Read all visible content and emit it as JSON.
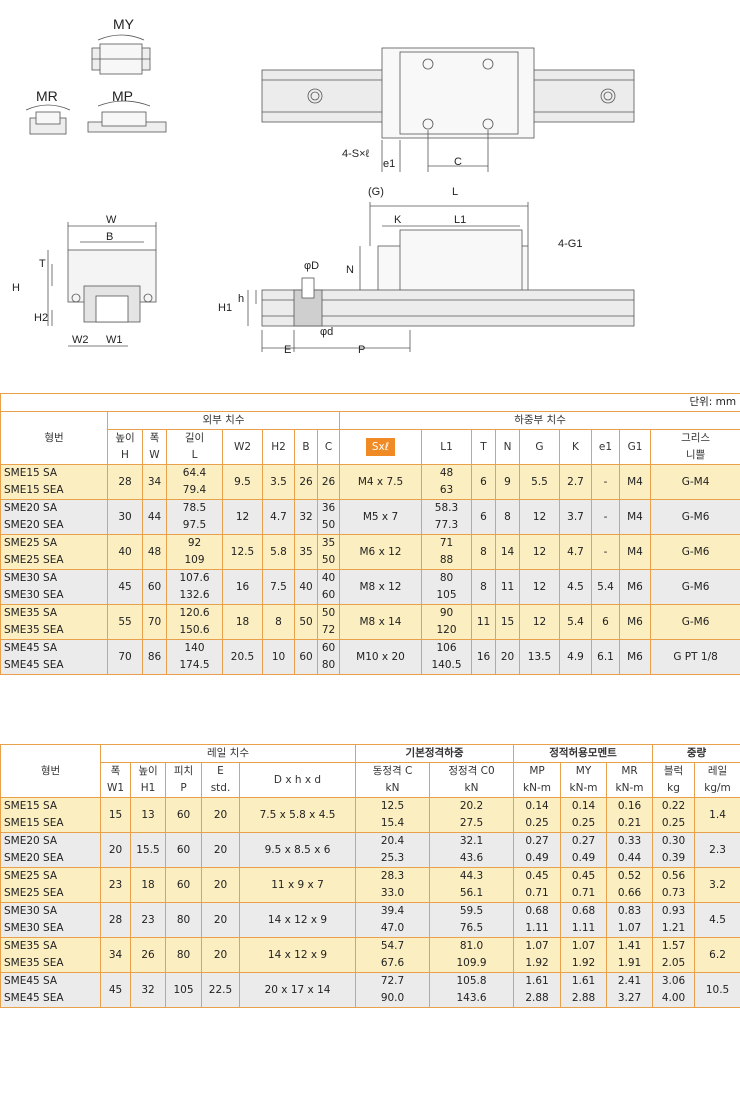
{
  "diagram": {
    "labels": {
      "my": "MY",
      "mr": "MR",
      "mp": "MP",
      "s_l": "4-S×ℓ",
      "e1": "e1",
      "c": "C",
      "g": "(G)",
      "l": "L",
      "k": "K",
      "l1": "L1",
      "g1": "4-G1",
      "n": "N",
      "w": "W",
      "b": "B",
      "t": "T",
      "h": "H",
      "h2": "H2",
      "w2": "W2",
      "w1": "W1",
      "phi_d_big": "φD",
      "h_small": "h",
      "h1": "H1",
      "phi_d_small": "φd",
      "e": "E",
      "p": "P"
    }
  },
  "table1": {
    "unit": "단위: mm",
    "headers": {
      "model": "형번",
      "outer": "외부 치수",
      "load": "하중부 치수",
      "height": "높이",
      "height_sym": "H",
      "width": "폭",
      "width_sym": "W",
      "length": "길이",
      "length_sym": "L",
      "w2": "W2",
      "h2": "H2",
      "b": "B",
      "c": "C",
      "sxl": "Sxℓ",
      "l1": "L1",
      "t": "T",
      "n": "N",
      "g": "G",
      "k": "K",
      "e1": "e1",
      "g1": "G1",
      "grease": "그리스",
      "nipple": "니쁠"
    },
    "rows": [
      {
        "m1": "SME15 SA",
        "m2": "SME15 SEA",
        "h": "28",
        "w": "34",
        "l1": "64.4",
        "l2": "79.4",
        "w2": "9.5",
        "h2": "3.5",
        "b": "26",
        "c1": "26",
        "c2": "",
        "sxl": "M4 x 7.5",
        "la": "48",
        "lb": "63",
        "t": "6",
        "n": "9",
        "g": "5.5",
        "k": "2.7",
        "e1": "-",
        "g1": "M4",
        "gr": "G-M4"
      },
      {
        "m1": "SME20 SA",
        "m2": "SME20 SEA",
        "h": "30",
        "w": "44",
        "l1": "78.5",
        "l2": "97.5",
        "w2": "12",
        "h2": "4.7",
        "b": "32",
        "c1": "36",
        "c2": "50",
        "sxl": "M5 x 7",
        "la": "58.3",
        "lb": "77.3",
        "t": "6",
        "n": "8",
        "g": "12",
        "k": "3.7",
        "e1": "-",
        "g1": "M4",
        "gr": "G-M6"
      },
      {
        "m1": "SME25 SA",
        "m2": "SME25 SEA",
        "h": "40",
        "w": "48",
        "l1": "92",
        "l2": "109",
        "w2": "12.5",
        "h2": "5.8",
        "b": "35",
        "c1": "35",
        "c2": "50",
        "sxl": "M6 x 12",
        "la": "71",
        "lb": "88",
        "t": "8",
        "n": "14",
        "g": "12",
        "k": "4.7",
        "e1": "-",
        "g1": "M4",
        "gr": "G-M6"
      },
      {
        "m1": "SME30 SA",
        "m2": "SME30 SEA",
        "h": "45",
        "w": "60",
        "l1": "107.6",
        "l2": "132.6",
        "w2": "16",
        "h2": "7.5",
        "b": "40",
        "c1": "40",
        "c2": "60",
        "sxl": "M8 x 12",
        "la": "80",
        "lb": "105",
        "t": "8",
        "n": "11",
        "g": "12",
        "k": "4.5",
        "e1": "5.4",
        "g1": "M6",
        "gr": "G-M6"
      },
      {
        "m1": "SME35 SA",
        "m2": "SME35 SEA",
        "h": "55",
        "w": "70",
        "l1": "120.6",
        "l2": "150.6",
        "w2": "18",
        "h2": "8",
        "b": "50",
        "c1": "50",
        "c2": "72",
        "sxl": "M8 x 14",
        "la": "90",
        "lb": "120",
        "t": "11",
        "n": "15",
        "g": "12",
        "k": "5.4",
        "e1": "6",
        "g1": "M6",
        "gr": "G-M6"
      },
      {
        "m1": "SME45 SA",
        "m2": "SME45 SEA",
        "h": "70",
        "w": "86",
        "l1": "140",
        "l2": "174.5",
        "w2": "20.5",
        "h2": "10",
        "b": "60",
        "c1": "60",
        "c2": "80",
        "sxl": "M10 x 20",
        "la": "106",
        "lb": "140.5",
        "t": "16",
        "n": "20",
        "g": "13.5",
        "k": "4.9",
        "e1": "6.1",
        "g1": "M6",
        "gr": "G PT 1/8"
      }
    ]
  },
  "table2": {
    "headers": {
      "model": "형번",
      "rail": "레일 치수",
      "basic": "기본정격하중",
      "moment": "정적허용모멘트",
      "weight": "중량",
      "w1": "폭",
      "w1_sym": "W1",
      "h1": "높이",
      "h1_sym": "H1",
      "p": "피치",
      "p_sym": "P",
      "e": "E",
      "e_sym": "std.",
      "dhd": "D x h x d",
      "dyn": "동정격 C",
      "dyn_unit": "kN",
      "stat": "정정격 C0",
      "stat_unit": "kN",
      "mp": "MP",
      "mp_unit": "kN-m",
      "my": "MY",
      "my_unit": "kN-m",
      "mr": "MR",
      "mr_unit": "kN-m",
      "block": "블럭",
      "block_unit": "kg",
      "rail_w": "레일",
      "rail_unit": "kg/m"
    },
    "rows": [
      {
        "m1": "SME15 SA",
        "m2": "SME15 SEA",
        "w1": "15",
        "h1": "13",
        "p": "60",
        "e": "20",
        "dhd": "7.5 x 5.8 x 4.5",
        "c1": "12.5",
        "c2": "15.4",
        "s1": "20.2",
        "s2": "27.5",
        "mp1": "0.14",
        "mp2": "0.25",
        "my1": "0.14",
        "my2": "0.25",
        "mr1": "0.16",
        "mr2": "0.21",
        "b1": "0.22",
        "b2": "0.25",
        "r": "1.4"
      },
      {
        "m1": "SME20 SA",
        "m2": "SME20 SEA",
        "w1": "20",
        "h1": "15.5",
        "p": "60",
        "e": "20",
        "dhd": "9.5 x 8.5 x 6",
        "c1": "20.4",
        "c2": "25.3",
        "s1": "32.1",
        "s2": "43.6",
        "mp1": "0.27",
        "mp2": "0.49",
        "my1": "0.27",
        "my2": "0.49",
        "mr1": "0.33",
        "mr2": "0.44",
        "b1": "0.30",
        "b2": "0.39",
        "r": "2.3"
      },
      {
        "m1": "SME25 SA",
        "m2": "SME25 SEA",
        "w1": "23",
        "h1": "18",
        "p": "60",
        "e": "20",
        "dhd": "11 x 9 x 7",
        "c1": "28.3",
        "c2": "33.0",
        "s1": "44.3",
        "s2": "56.1",
        "mp1": "0.45",
        "mp2": "0.71",
        "my1": "0.45",
        "my2": "0.71",
        "mr1": "0.52",
        "mr2": "0.66",
        "b1": "0.56",
        "b2": "0.73",
        "r": "3.2"
      },
      {
        "m1": "SME30 SA",
        "m2": "SME30 SEA",
        "w1": "28",
        "h1": "23",
        "p": "80",
        "e": "20",
        "dhd": "14 x 12 x 9",
        "c1": "39.4",
        "c2": "47.0",
        "s1": "59.5",
        "s2": "76.5",
        "mp1": "0.68",
        "mp2": "1.11",
        "my1": "0.68",
        "my2": "1.11",
        "mr1": "0.83",
        "mr2": "1.07",
        "b1": "0.93",
        "b2": "1.21",
        "r": "4.5"
      },
      {
        "m1": "SME35 SA",
        "m2": "SME35 SEA",
        "w1": "34",
        "h1": "26",
        "p": "80",
        "e": "20",
        "dhd": "14 x 12 x 9",
        "c1": "54.7",
        "c2": "67.6",
        "s1": "81.0",
        "s2": "109.9",
        "mp1": "1.07",
        "mp2": "1.92",
        "my1": "1.07",
        "my2": "1.92",
        "mr1": "1.41",
        "mr2": "1.91",
        "b1": "1.57",
        "b2": "2.05",
        "r": "6.2"
      },
      {
        "m1": "SME45 SA",
        "m2": "SME45 SEA",
        "w1": "45",
        "h1": "32",
        "p": "105",
        "e": "22.5",
        "dhd": "20 x 17 x 14",
        "c1": "72.7",
        "c2": "90.0",
        "s1": "105.8",
        "s2": "143.6",
        "mp1": "1.61",
        "mp2": "2.88",
        "my1": "1.61",
        "my2": "2.88",
        "mr1": "2.41",
        "mr2": "3.27",
        "b1": "3.06",
        "b2": "4.00",
        "r": "10.5"
      }
    ]
  }
}
